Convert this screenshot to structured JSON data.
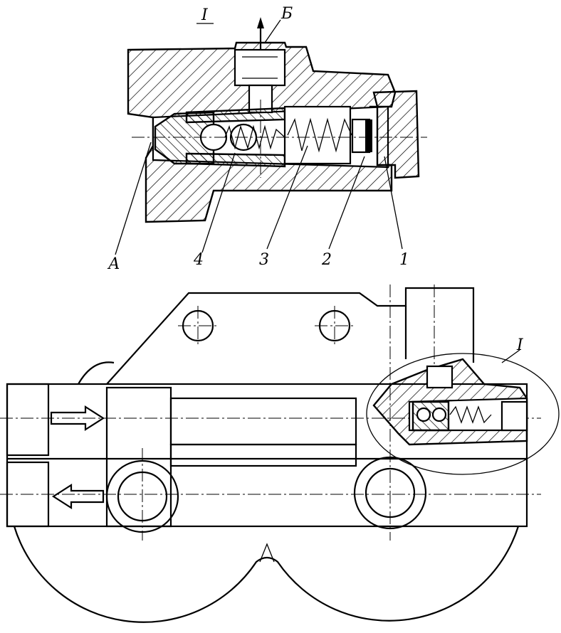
{
  "figure": {
    "section_label": "I",
    "port_label_top": "Б",
    "port_label_left": "А",
    "callouts": [
      "4",
      "3",
      "2",
      "1"
    ],
    "detail_label": "I"
  }
}
